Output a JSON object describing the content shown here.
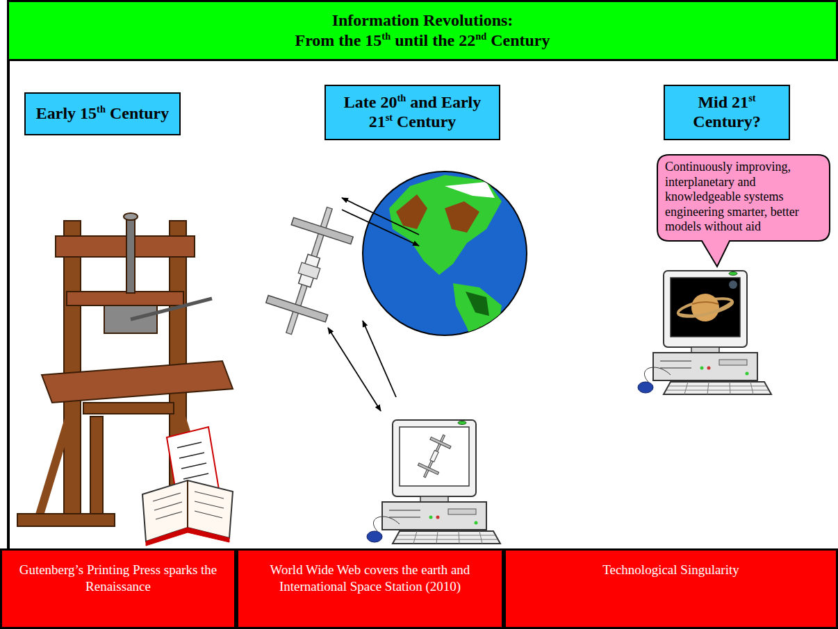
{
  "diagram": {
    "title": "Information Revolutions: From the 15th until the 22nd Century",
    "nodes": [
      {
        "text": [
          "Early 15th Century"
        ]
      },
      {
        "text": [
          "Late 20th and Early 21st Century"
        ]
      },
      {
        "text": [
          "Mid 21st Century?"
        ]
      },
      {
        "text": [
          "Continuously improving, interplanetary and knowledgeable systems engineering smarter, better models without aid"
        ]
      },
      {
        "text": [
          "Gutenberg’s Printing Press sparks the Renaissance"
        ]
      },
      {
        "text": [
          "World Wide Web covers the earth and International Space Station (2010)"
        ]
      },
      {
        "text": [
          "Technological Singularity"
        ]
      }
    ]
  }
}
